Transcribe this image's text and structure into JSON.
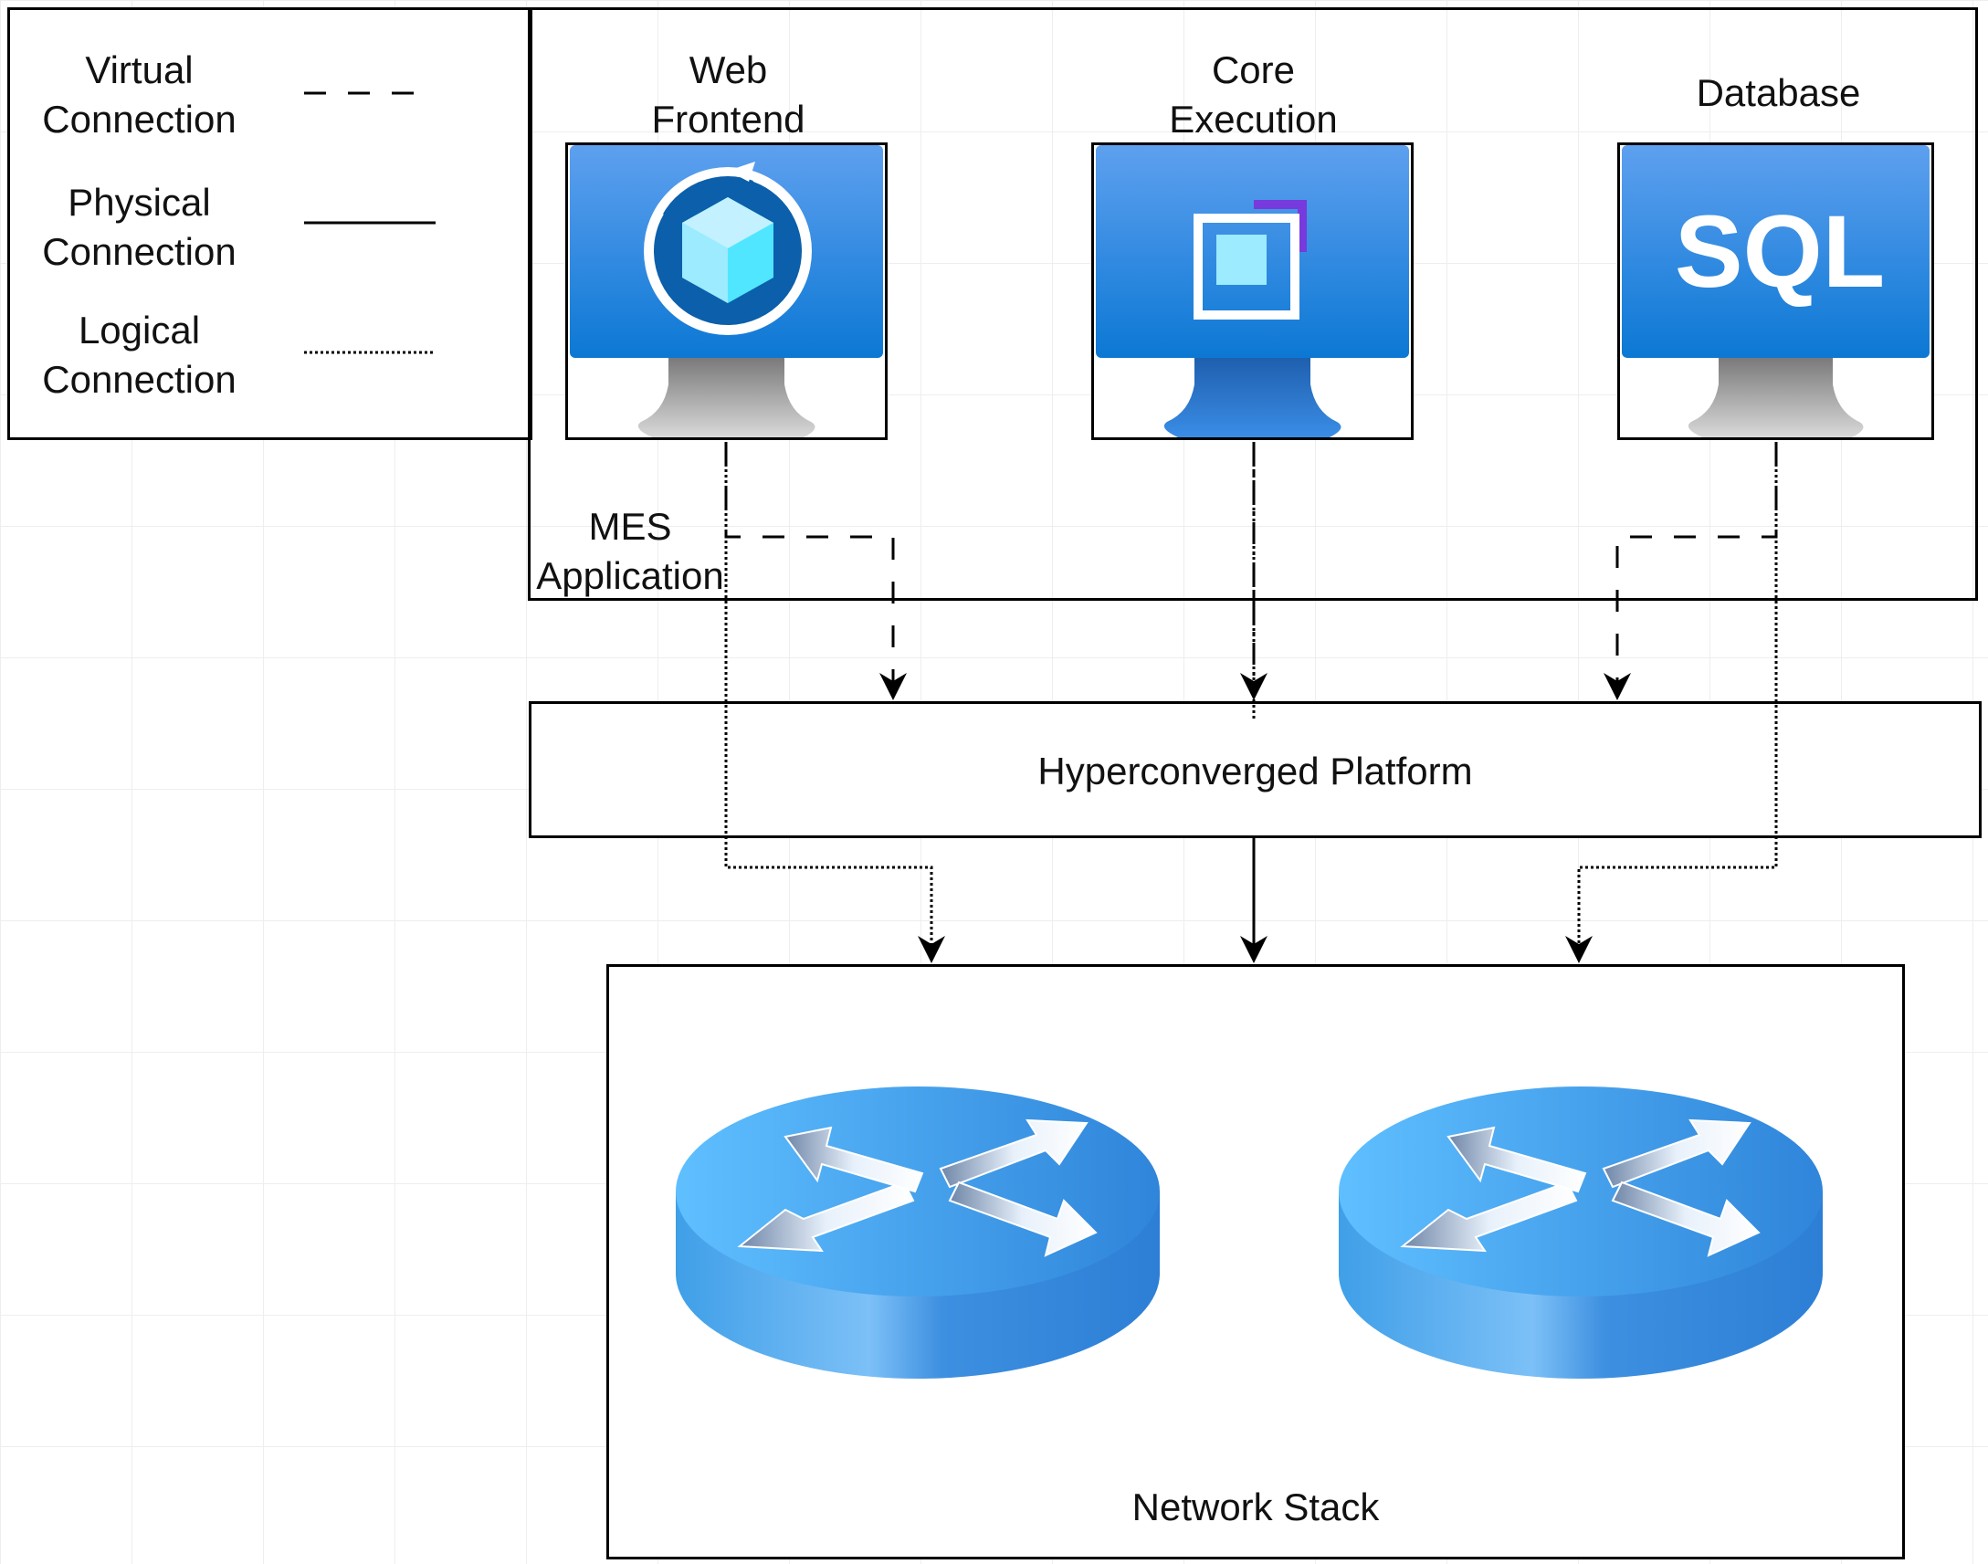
{
  "legend": {
    "virtual_label": "Virtual\nConnection",
    "physical_label": "Physical\nConnection",
    "logical_label": "Logical\nConnection"
  },
  "application_group": {
    "label": "MES\nApplication",
    "nodes": [
      {
        "label": "Web\nFrontend",
        "icon": "refresh-cube-monitor-icon"
      },
      {
        "label": "Core\nExecution",
        "icon": "container-monitor-icon"
      },
      {
        "label": "Database",
        "icon": "sql-monitor-icon",
        "icon_text": "SQL"
      }
    ]
  },
  "platform": {
    "label": "Hyperconverged Platform"
  },
  "network": {
    "label": "Network Stack",
    "icons": [
      "router-icon",
      "router-icon"
    ]
  },
  "colors": {
    "screen_top": "#5ea0ef",
    "screen_bottom": "#0c78d4",
    "cube": "#50e6ff",
    "container_accent": "#773adc",
    "router_blue": "#3b95e8"
  }
}
